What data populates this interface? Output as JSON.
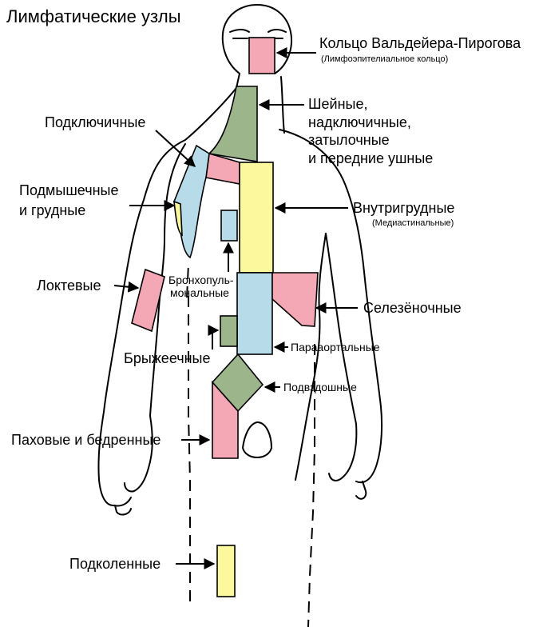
{
  "title": "Лимфатические узлы",
  "colors": {
    "pink": "#f4a7b4",
    "green": "#9db58a",
    "blue": "#b7dbe9",
    "yellow": "#fbf89d",
    "stroke": "#000000"
  },
  "labels": {
    "waldeyer": "Кольцо Вальдейера-Пирогова",
    "waldeyer_sub": "(Лимфоэпителиальное кольцо)",
    "cervical_1": "Шейные,",
    "cervical_2": "надключичные,",
    "cervical_3": "затылочные",
    "cervical_4": "и передние ушные",
    "subclavian": "Подключичные",
    "axillary_1": "Подмышечные",
    "axillary_2": "и грудные",
    "intrathoracic": "Внутригрудные",
    "intrathoracic_sub": "(Медиастинальные)",
    "cubital": "Локтевые",
    "bronchopulm_1": "Бронхопуль-",
    "bronchopulm_2": "мональные",
    "splenic": "Селезёночные",
    "mesenteric": "Брыжеечные",
    "paraaortic": "Парааортальные",
    "iliac": "Подвздошные",
    "inguinal": "Паховые и бедренные",
    "popliteal": "Подколенные"
  }
}
